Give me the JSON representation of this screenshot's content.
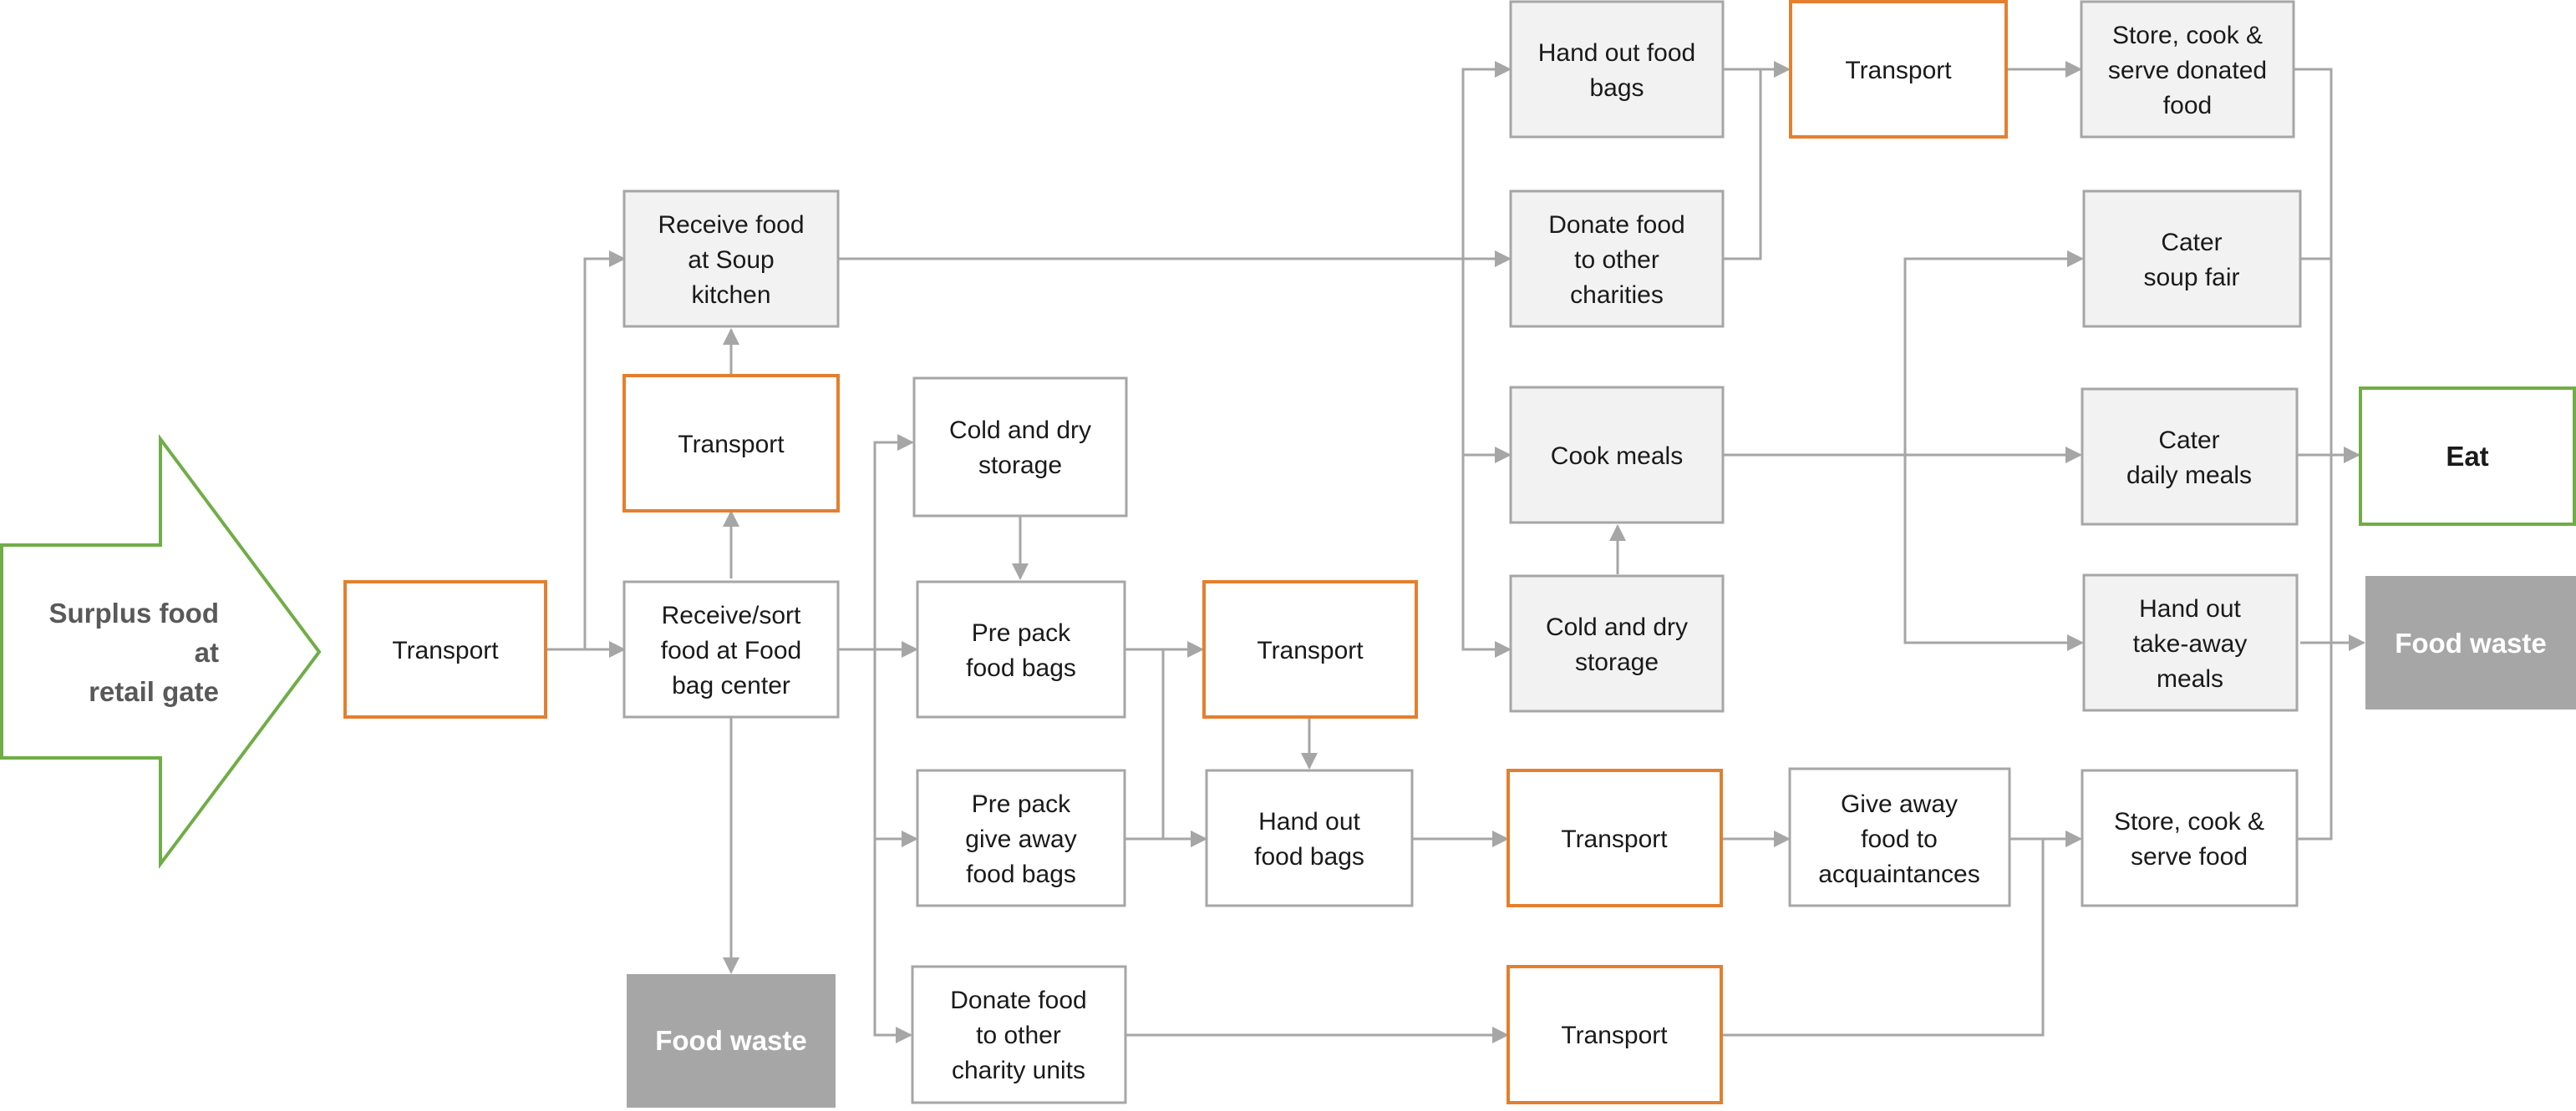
{
  "colors": {
    "transport_border": "#E47F2F",
    "process_border": "#A6A6A6",
    "process_fill_light": "#F2F2F2",
    "waste_fill": "#A6A6A6",
    "eat_border": "#70AD47",
    "source_border": "#70AD47",
    "connector": "#A6A6A6"
  },
  "nodes": {
    "source": [
      "Surplus food",
      "at",
      "retail gate"
    ],
    "transport_1": [
      "Transport"
    ],
    "receive_sort_food_bag_center": [
      "Receive/sort",
      "food at Food",
      "bag center"
    ],
    "transport_2": [
      "Transport"
    ],
    "receive_soup_kitchen": [
      "Receive food",
      "at Soup",
      "kitchen"
    ],
    "food_waste_left": [
      "Food waste"
    ],
    "cold_dry_storage_left": [
      "Cold and dry",
      "storage"
    ],
    "pre_pack_food_bags": [
      "Pre pack",
      "food bags"
    ],
    "pre_pack_give_away": [
      "Pre pack",
      "give away",
      "food bags"
    ],
    "donate_charity_units": [
      "Donate food",
      "to other",
      "charity units"
    ],
    "transport_3": [
      "Transport"
    ],
    "hand_out_food_bags_mid": [
      "Hand out",
      "food bags"
    ],
    "hand_out_food_bags_top": [
      "Hand out food",
      "bags"
    ],
    "donate_other_charities": [
      "Donate food",
      "to other",
      "charities"
    ],
    "cook_meals": [
      "Cook meals"
    ],
    "cold_dry_storage_right": [
      "Cold and dry",
      "storage"
    ],
    "transport_4": [
      "Transport"
    ],
    "transport_5": [
      "Transport"
    ],
    "transport_top": [
      "Transport"
    ],
    "give_away_acquaintances": [
      "Give away",
      "food to",
      "acquaintances"
    ],
    "store_cook_serve_donated": [
      "Store, cook &",
      "serve donated",
      "food"
    ],
    "cater_soup_fair": [
      "Cater",
      "soup fair"
    ],
    "cater_daily_meals": [
      "Cater",
      "daily meals"
    ],
    "hand_out_take_away": [
      "Hand out",
      "take-away",
      "meals"
    ],
    "store_cook_serve_food": [
      "Store, cook &",
      "serve food"
    ],
    "eat": [
      "Eat"
    ],
    "food_waste_right": [
      "Food waste"
    ]
  }
}
